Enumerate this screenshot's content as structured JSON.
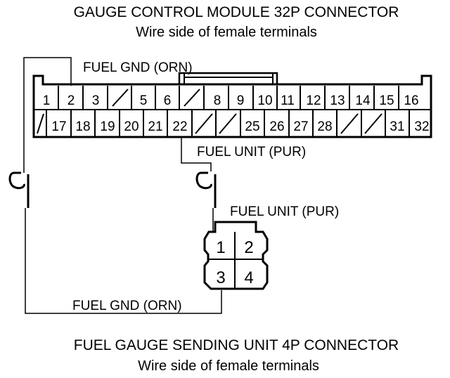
{
  "top_connector": {
    "title": "GAUGE CONTROL MODULE 32P CONNECTOR",
    "subtitle": "Wire side of female terminals",
    "row1": [
      "1",
      "2",
      "3",
      "",
      "5",
      "6",
      "",
      "8",
      "9",
      "10",
      "11",
      "12",
      "13",
      "14",
      "15",
      "16"
    ],
    "row2": [
      "",
      "17",
      "18",
      "19",
      "20",
      "21",
      "22",
      "",
      "",
      "25",
      "26",
      "27",
      "28",
      "",
      "",
      "31",
      "32"
    ]
  },
  "bottom_connector": {
    "title": "FUEL GAUGE SENDING UNIT 4P CONNECTOR",
    "subtitle": "Wire side of female terminals",
    "pins": [
      "1",
      "2",
      "3",
      "4"
    ]
  },
  "wires": {
    "fuel_gnd_top": "FUEL GND (ORN)",
    "fuel_unit_mid": "FUEL UNIT (PUR)",
    "fuel_unit_bottom": "FUEL UNIT (PUR)",
    "fuel_gnd_bottom": "FUEL GND (ORN)"
  },
  "colors": {
    "line": "#000000",
    "background": "#ffffff"
  }
}
